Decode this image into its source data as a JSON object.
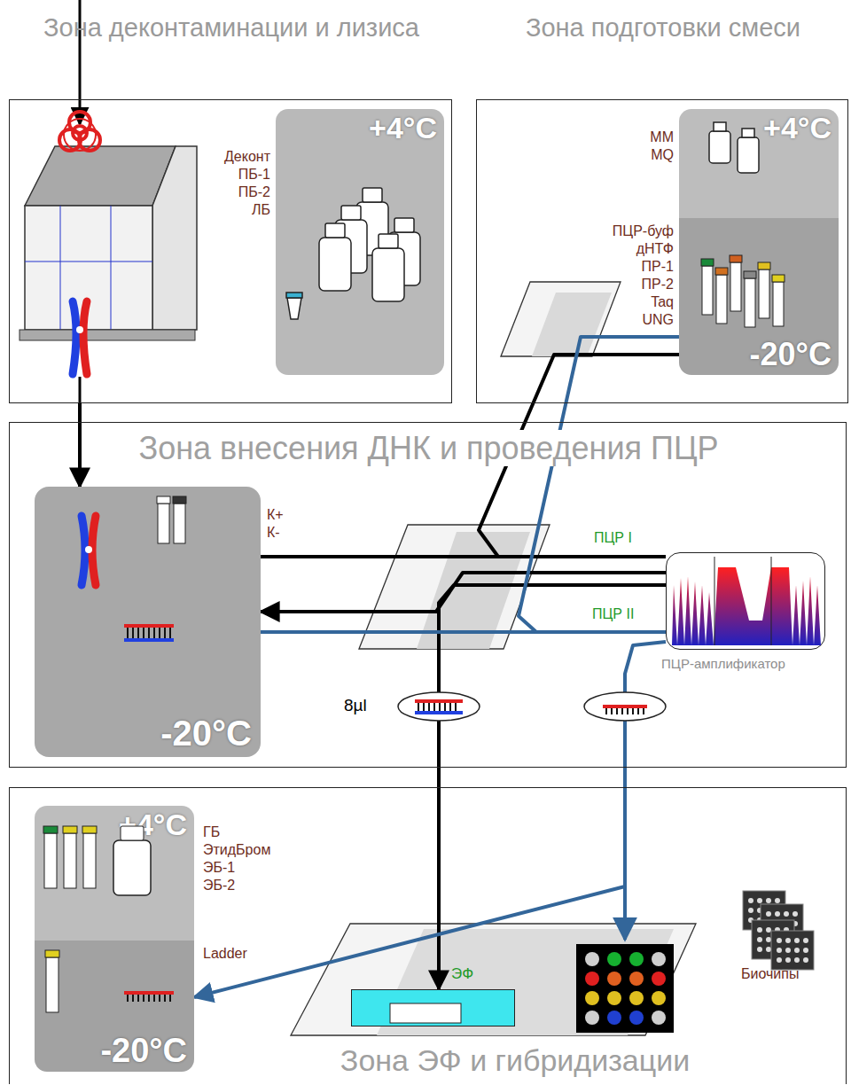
{
  "diagram": {
    "nodes": [
      {
        "text": [
          "Зона деконтаминации и лизиса"
        ]
      },
      {
        "text": [
          "Зона подготовки смеси"
        ]
      },
      {
        "text": [
          "Зона внесения ДНК и проведения ПЦР"
        ]
      },
      {
        "text": [
          "Зона ЭФ и гибридизации"
        ]
      },
      {
        "text": [
          "+4°C",
          "Деконт ПБ-1 ПБ-2 ЛБ"
        ],
        "in": 0
      },
      {
        "text": [
          "+4°C",
          "ММ MQ",
          "ПЦР-буф дНТФ ПР-1 ПР-2 Taq UNG",
          "-20°C"
        ],
        "in": 1
      },
      {
        "text": [
          "К+ К-",
          "-20°C"
        ],
        "in": 2
      },
      {
        "text": [
          "ПЦР-амплификатор"
        ],
        "in": 2
      },
      {
        "text": [
          "+4°C",
          "ГБ ЭтидБром ЭБ-1 ЭБ-2",
          "Ladder",
          "-20°C"
        ],
        "in": 3
      },
      {
        "text": [
          "ЭФ"
        ],
        "in": 3
      }
    ],
    "edges": [
      {
        "from": 0,
        "to": 6,
        "arrow": "to"
      },
      {
        "from": 6,
        "to": 7,
        "label": "ПЦР I",
        "arrow": "none"
      },
      {
        "from": 5,
        "to": 7,
        "arrow": "none"
      },
      {
        "from": 7,
        "to": 6,
        "arrow": "to"
      },
      {
        "from": 7,
        "to": 9,
        "arrow": "to"
      },
      {
        "from": 6,
        "to": 7,
        "label": "ПЦР II",
        "arrow": "none"
      },
      {
        "from": 5,
        "to": 7,
        "arrow": "none"
      },
      {
        "from": 7,
        "to": 8,
        "arrow": "to"
      }
    ],
    "labels": [
      "8µl",
      "Биочипы"
    ]
  }
}
